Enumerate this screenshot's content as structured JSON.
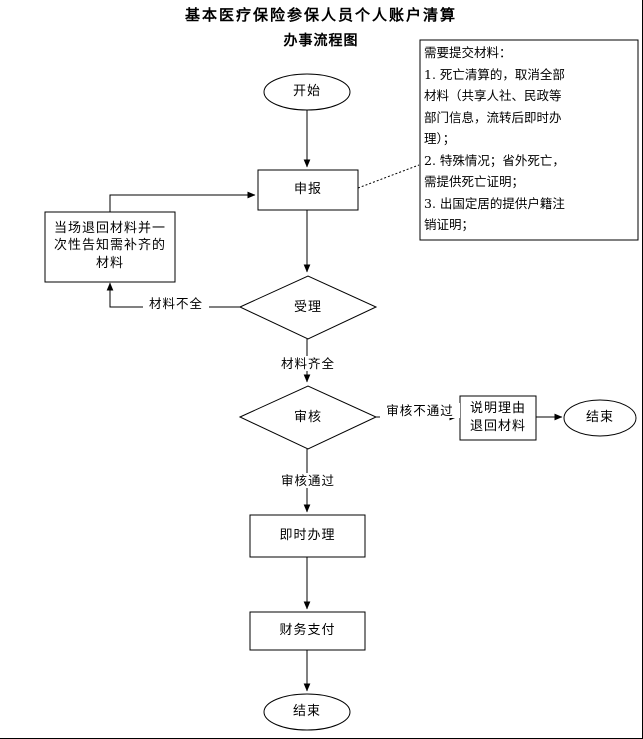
{
  "title": "基本医疗保险参保人员个人账户清算",
  "subtitle": "办事流程图",
  "nodes": {
    "start": "开始",
    "declare": "申报",
    "accept": "受理",
    "review": "审核",
    "immediate": "即时办理",
    "payment": "财务支付",
    "end_right": "结束",
    "end_bottom": "结束",
    "return_box": "当场退回材料并一\n次性告知需补齐的\n材料",
    "explain_box": "说明理由\n退回材料"
  },
  "edges": {
    "incomplete": "材料不全",
    "complete": "材料齐全",
    "fail": "审核不通过",
    "pass": "审核通过"
  },
  "note": {
    "text": "需要提交材料：\n1. 死亡清算的，取消全部\n材料（共享人社、民政等\n部门信息，流转后即时办\n理）；\n2. 特殊情况；省外死亡，\n需提供死亡证明；\n3. 出国定居的提供户籍注\n销证明；"
  }
}
